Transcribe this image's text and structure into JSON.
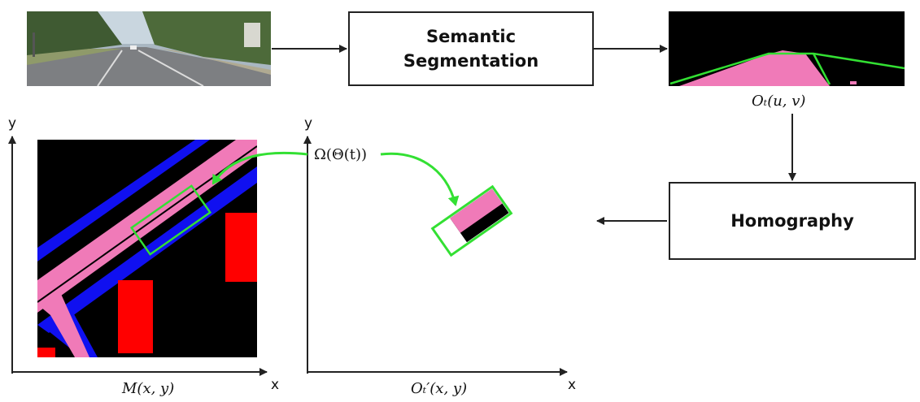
{
  "boxes": {
    "semantic_line1": "Semantic",
    "semantic_line2": "Segmentation",
    "homography": "Homography"
  },
  "labels": {
    "segmented_output": "Oₜ(u, v)",
    "map": "M(x, y)",
    "projected_output": "Oₜ′(x, y)",
    "transform": "Ω(Θ(t))"
  },
  "axes": {
    "y1": "y",
    "x1": "x",
    "y2": "y",
    "x2": "x"
  },
  "colors": {
    "road": "#f07ab8",
    "lane": "#1010f0",
    "car": "#ff0000",
    "highlight": "#33e033",
    "background": "#000000",
    "arrow": "#222222"
  }
}
